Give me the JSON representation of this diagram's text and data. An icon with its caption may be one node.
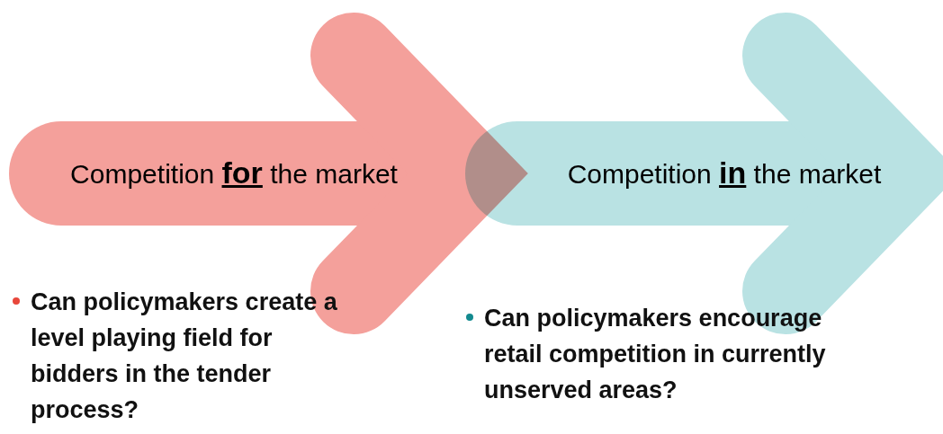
{
  "diagram": {
    "nodes": [
      {
        "text": [
          "Competition **for** the market"
        ],
        "beside": [
          "Can policymakers create a level playing field for bidders in the tender process?"
        ]
      },
      {
        "text": [
          "Competition **in** the market"
        ],
        "beside": [
          "Can policymakers encourage retail competition in currently unserved areas?"
        ]
      }
    ]
  }
}
